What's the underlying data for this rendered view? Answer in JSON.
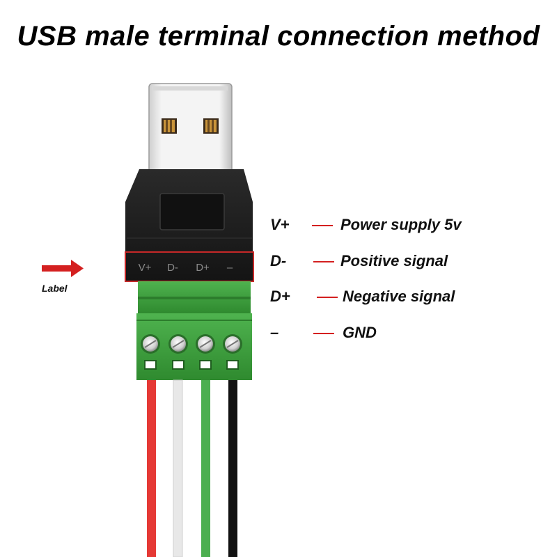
{
  "title": "USB male terminal connection method",
  "label_arrow": {
    "text": "Label",
    "color": "#d42020"
  },
  "port_labels": [
    "V+",
    "D-",
    "D+",
    "–"
  ],
  "pins": [
    {
      "pin": "V+",
      "description": "Power supply 5v"
    },
    {
      "pin": "D-",
      "description": "Positive signal"
    },
    {
      "pin": "D+",
      "description": "Negative signal"
    },
    {
      "pin": "–",
      "description": "GND"
    }
  ],
  "wire_colors": [
    "#e53935",
    "#e8e8e8",
    "#4caf50",
    "#111111"
  ],
  "colors": {
    "terminal_green": "#3e9e3e",
    "housing_black": "#1c1c1c",
    "plug_silver": "#e6e6e6",
    "dash_red": "#d42020"
  }
}
